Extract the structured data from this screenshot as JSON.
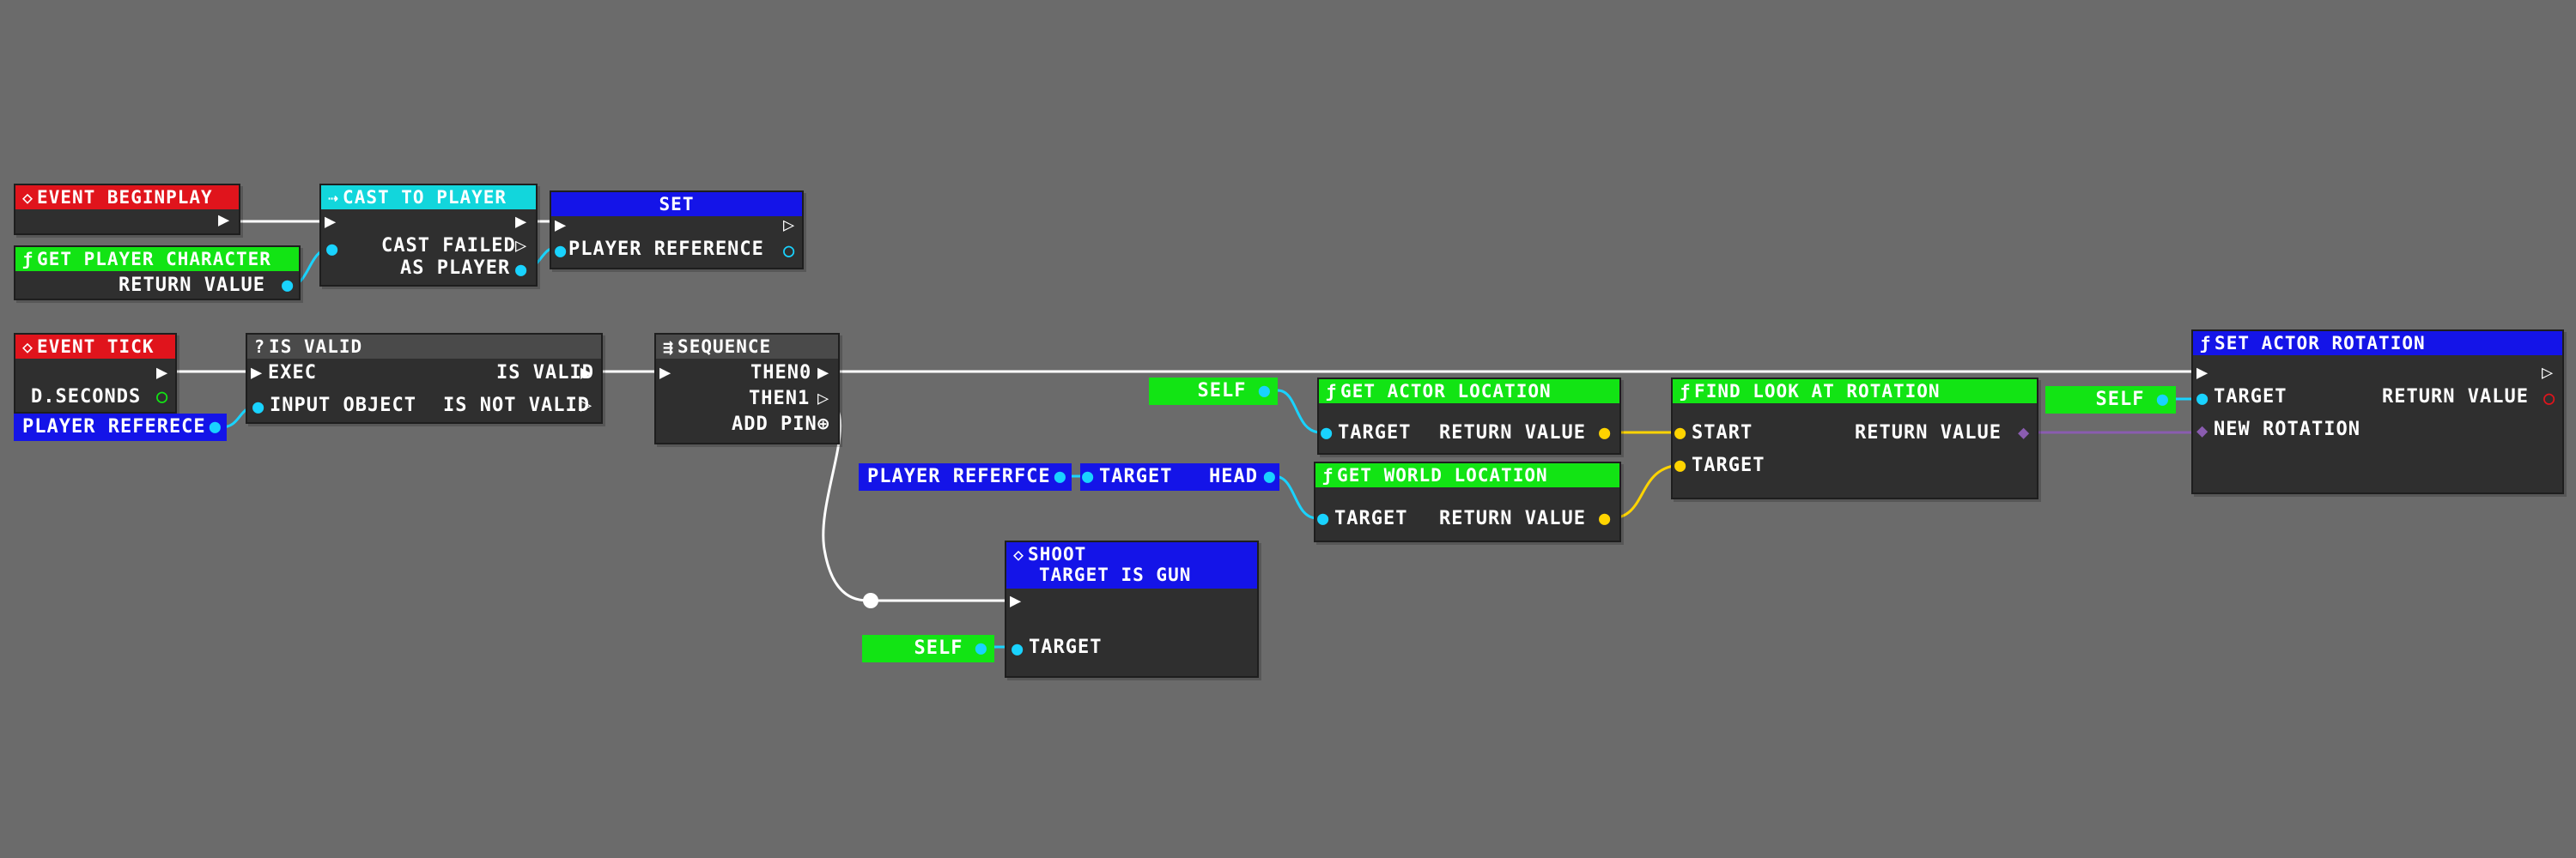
{
  "colors": {
    "canvas": "#6b6b6b",
    "node_body": "#2f2f2f",
    "event": "#e0141c",
    "cast": "#12d6dc",
    "pure_function": "#12e414",
    "variable": "#1414e8",
    "object_pin": "#19d3ff",
    "vector_pin": "#ffd400",
    "rotator_pin": "#8a5cb0",
    "exec_wire": "#ffffff"
  },
  "nodes": {
    "event_beginplay": {
      "icon": "event-diamond-icon",
      "title": "EVENT BEGINPLAY"
    },
    "cast_to_player": {
      "icon": "cast-arrow-icon",
      "title": "CAST TO PLAYER",
      "cast_failed": "CAST FAILED",
      "as_player": "AS PLAYER"
    },
    "set_node": {
      "title": "SET",
      "player_reference": "PLAYER REFERENCE"
    },
    "get_player_character": {
      "icon": "function-icon",
      "title": "GET PLAYER CHARACTER",
      "return_value": "RETURN VALUE"
    },
    "event_tick": {
      "icon": "event-diamond-icon",
      "title": "EVENT TICK",
      "delta_seconds": "D.SECONDS"
    },
    "is_valid": {
      "icon": "question-icon",
      "title": "IS VALID",
      "exec": "EXEC",
      "input_object": "INPUT OBJECT",
      "is_valid": "IS VALID",
      "is_not_valid": "IS NOT VALID"
    },
    "player_reference_var": {
      "label": "PLAYER REFERECE"
    },
    "sequence": {
      "icon": "sequence-icon",
      "title": "SEQUENCE",
      "then0": "THEN0",
      "then1": "THEN1",
      "add_pin": "ADD PIN"
    },
    "self_actor_location": {
      "label": "SELF"
    },
    "get_actor_location": {
      "icon": "function-icon",
      "title": "GET ACTOR LOCATION",
      "target": "TARGET",
      "return_value": "RETURN VALUE"
    },
    "player_reference_head": {
      "label": "PLAYER REFERFCE"
    },
    "target_head": {
      "target": "TARGET",
      "head": "HEAD"
    },
    "get_world_location": {
      "icon": "function-icon",
      "title": "GET WORLD LOCATION",
      "target": "TARGET",
      "return_value": "RETURN VALUE"
    },
    "find_look_at_rotation": {
      "icon": "function-icon",
      "title": "FIND LOOK AT ROTATION",
      "start": "START",
      "target": "TARGET",
      "return_value": "RETURN VALUE"
    },
    "self_rotation": {
      "label": "SELF"
    },
    "set_actor_rotation": {
      "icon": "function-icon",
      "title": "SET ACTOR ROTATION",
      "target": "TARGET",
      "new_rotation": "NEW ROTATION",
      "return_value": "RETURN VALUE"
    },
    "shoot": {
      "icon": "event-diamond-icon",
      "title": "SHOOT",
      "subtitle": "TARGET IS GUN",
      "target": "TARGET"
    },
    "self_shoot": {
      "label": "SELF"
    }
  }
}
